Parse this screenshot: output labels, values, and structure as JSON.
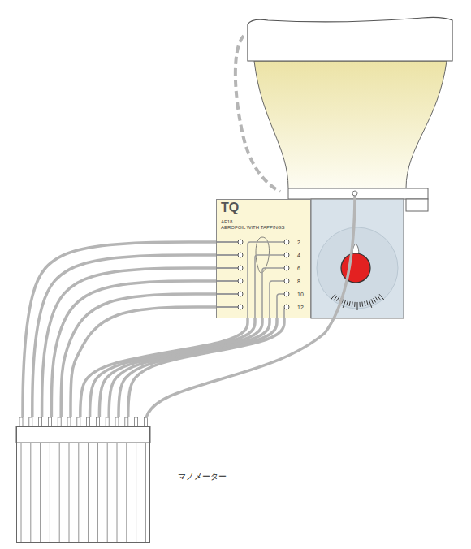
{
  "diagram": {
    "nodes": [
      {
        "text": [
          "TQ",
          "AF18",
          "AEROFOIL WITH TAPPINGS"
        ]
      },
      {
        "text": [
          "マノメーター"
        ]
      }
    ],
    "edges": [
      {
        "from": 0,
        "to": 1,
        "arrow": "none"
      },
      {
        "from": 0,
        "to": 1,
        "arrow": "none"
      },
      {
        "from": 0,
        "to": 1,
        "arrow": "none"
      },
      {
        "from": 0,
        "to": 1,
        "arrow": "none"
      },
      {
        "from": 0,
        "to": 1,
        "arrow": "none"
      },
      {
        "from": 0,
        "to": 1,
        "arrow": "none"
      },
      {
        "from": 0,
        "to": 1,
        "arrow": "none"
      },
      {
        "from": 0,
        "to": 1,
        "arrow": "none"
      },
      {
        "from": 0,
        "to": 1,
        "arrow": "none"
      },
      {
        "from": 0,
        "to": 1,
        "arrow": "none"
      },
      {
        "from": 0,
        "to": 1,
        "arrow": "none"
      },
      {
        "from": 0,
        "to": 1,
        "arrow": "none"
      }
    ],
    "labels": [
      "2",
      "4",
      "6",
      "8",
      "10",
      "12"
    ]
  }
}
